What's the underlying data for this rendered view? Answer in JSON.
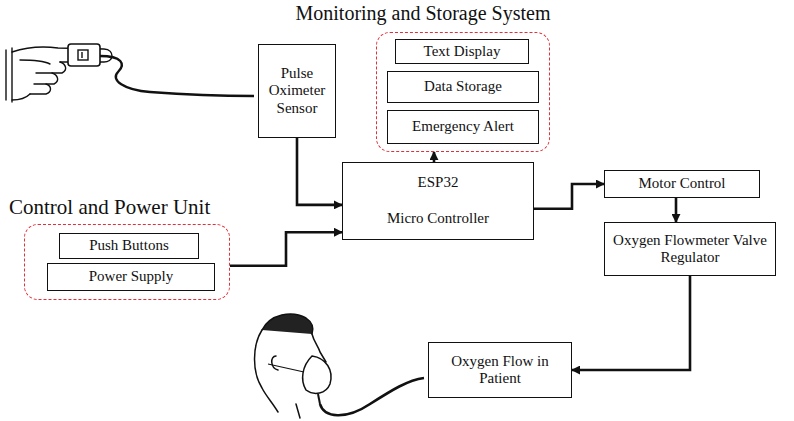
{
  "diagram": {
    "nodes": [
      {
        "text": [
          "Monitoring and Storage System"
        ]
      },
      {
        "text": [
          "Text Display"
        ],
        "in": 0
      },
      {
        "text": [
          "Data Storage"
        ],
        "in": 0
      },
      {
        "text": [
          "Emergency Alert"
        ],
        "in": 0
      },
      {
        "text": [
          "Pulse Oximeter Sensor"
        ]
      },
      {
        "text": [
          "Control and Power Unit"
        ]
      },
      {
        "text": [
          "Push Buttons"
        ],
        "in": 5
      },
      {
        "text": [
          "Power Supply"
        ],
        "in": 5
      },
      {
        "text": [
          "ESP32",
          "Micro Controller"
        ]
      },
      {
        "text": [
          "Motor Control"
        ]
      },
      {
        "text": [
          "Oxygen Flowmeter Valve Regulator"
        ]
      },
      {
        "text": [
          "Oxygen Flow in Patient"
        ]
      }
    ],
    "edges": [
      {
        "from": 4,
        "to": 8,
        "arrow": "to"
      },
      {
        "from": 5,
        "to": 8,
        "arrow": "to"
      },
      {
        "from": 8,
        "to": 0,
        "arrow": "to"
      },
      {
        "from": 8,
        "to": 9,
        "arrow": "to"
      },
      {
        "from": 9,
        "to": 10,
        "arrow": "to"
      },
      {
        "from": 10,
        "to": 11,
        "arrow": "to"
      }
    ]
  }
}
